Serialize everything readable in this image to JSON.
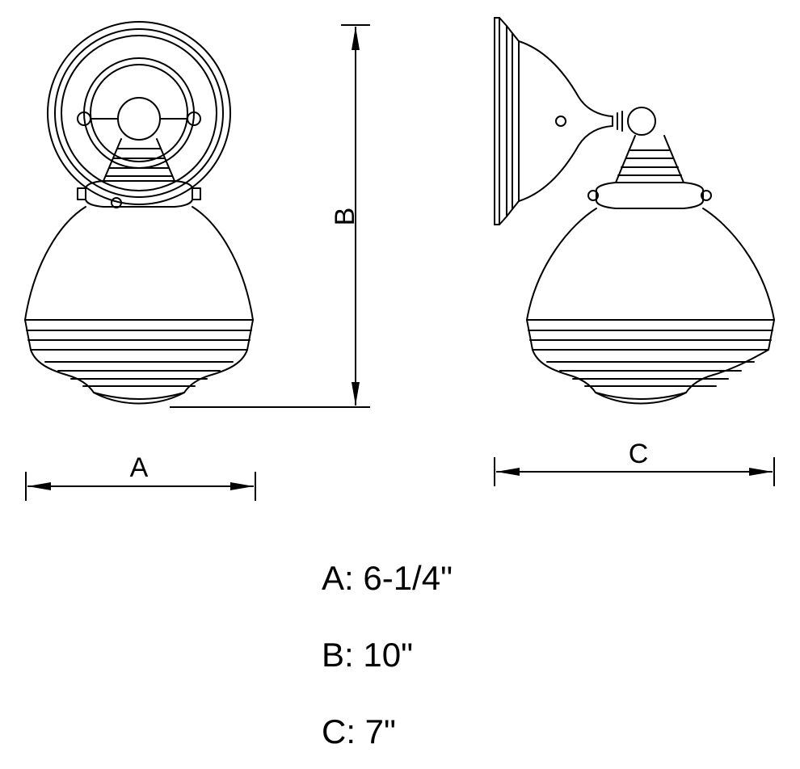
{
  "page": {
    "background": "#ffffff",
    "line_color": "#000000"
  },
  "diagram": {
    "type": "technical-dimension-drawing",
    "subject": "wall sconce light fixture, front and side views",
    "labels": {
      "a": "A",
      "b": "B",
      "c": "C"
    }
  },
  "legend": {
    "items": [
      {
        "label": "A",
        "value": "6-1/4\"",
        "text": "A: 6-1/4\""
      },
      {
        "label": "B",
        "value": "10\"",
        "text": "B: 10\""
      },
      {
        "label": "C",
        "value": "7\"",
        "text": "C: 7\""
      }
    ]
  }
}
